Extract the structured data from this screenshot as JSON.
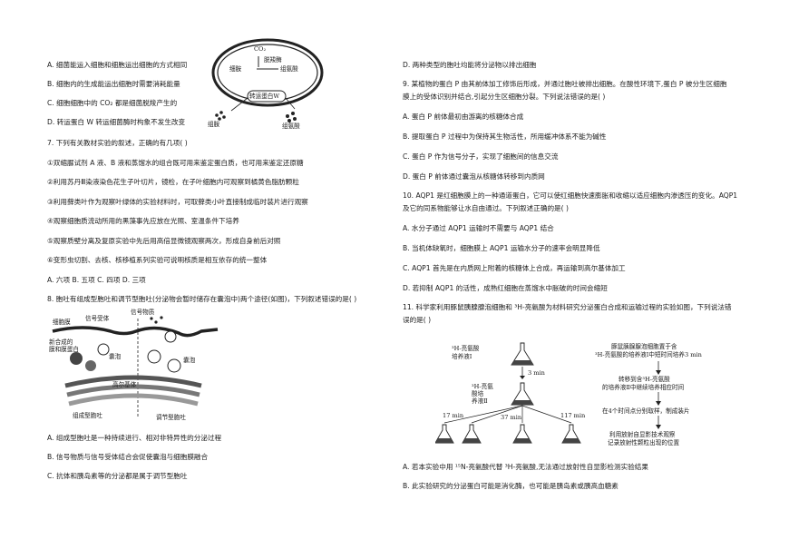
{
  "left": {
    "q6_options": [
      "A. 细菌能运入细胞和细胞运出细胞的方式相同",
      "B. 细胞内的生成能运出细胞时需要消耗能量",
      "C. 细胞细胞中的 CO₂ 都是细菌脱羧产生的",
      "D. 转运蛋白 W 转运细菌酶时构象不发生改变"
    ],
    "fig1": {
      "co2": "CO₂",
      "decarboxylase": "脱羧酶",
      "left_label": "细胺",
      "right_label": "组氨酸",
      "transporter": "转运蛋白W",
      "bottom_left": "组胺",
      "bottom_right": "组氨酸"
    },
    "q7": {
      "stem": "7. 下列有关教材实验的叙述，正确的有几项(    )",
      "items": [
        "①双缩脲试剂 A 液、B 液和蒸馏水的组合既可用来鉴定蛋白质，也可用来鉴定还原糖",
        "②利用苏丹Ⅲ染液染色花生子叶切片，镜检，在子叶细胞内可观察到橘黄色脂肪颗粒",
        "③利用藓类叶作为观察叶绿体的实验材料时，可取藓类小叶直接制成临时装片进行观察",
        "④观察细胞质流动所用的黑藻事先应放在光照、室温条件下培养",
        "⑤观察质壁分离及复原实验中先后用高倍显微镜观察两次，形成自身前后对照",
        "⑥变形虫切割、去核、核移植系列实验可说明核质是相互依存的统一整体"
      ],
      "options": "A. 六项    B. 五项    C. 四项    D. 三项"
    },
    "q8": {
      "stem": "8. 胞吐有组成型胞吐和调节型胞吐(分泌物会暂时储存在囊泡中)两个途径(如图)，下列叙述错误的是(    )",
      "fig": {
        "signal_receptor": "信号受体",
        "signal_molecule": "信号物质",
        "membrane": "细胞膜",
        "new_protein": "新合成的",
        "new_protein2": "膜和膜蛋白",
        "vesicle1": "囊泡",
        "vesicle2": "囊泡",
        "golgi": "高尔基体",
        "constitutive": "组成型胞吐",
        "regulated": "调节型胞吐"
      },
      "options": [
        "A. 组成型胞吐是一种持续进行、相对非特异性的分泌过程",
        "B. 信号物质与信号受体结合会促使囊泡与细胞膜融合",
        "C. 抗体和胰岛素等的分泌都是属于调节型胞吐"
      ]
    }
  },
  "right": {
    "q8_d": "D. 两种类型的胞吐均能将分泌物以排出细胞",
    "q9": {
      "stem1": "9. 某植物的蛋白 P 由其前体加工修饰后形成，并通过胞吐被排出细胞。在酸性环境下,蛋白 P 被分生区细胞",
      "stem2": "膜上的受体识别并结合,引起分生区细胞分裂。下列说法错误的是(    )",
      "options": [
        "A. 蛋白 P 前体最初由游离的核糖体合成",
        "B. 提取蛋白 P 过程中为保持其生物活性，所用缓冲体系不能为碱性",
        "C. 蛋白 P 作为信号分子，实现了细胞间的信息交流",
        "D. 蛋白 P 前体通过囊泡从核糖体转移到内质网"
      ]
    },
    "q10": {
      "stem1": "10. AQP1 是红细胞膜上的一种通道蛋白，它可以使红细胞快速膨胀和收缩以适应细胞内渗透压的变化。AQP1",
      "stem2": "及它的同系物能够让水自由通过。下列叙述正确的是(    )",
      "options": [
        "A. 水分子通过 AQP1 运输时不需要与 AQP1 结合",
        "B. 当机体缺氧时，细胞膜上 AQP1 运输水分子的速率会明显降低",
        "C. AQP1 首先是在内质网上附着的核糖体上合成，再运输到高尔基体加工",
        "D. 若抑制 AQP1 的活性，成熟红细胞在蒸馏水中胀破的时间会缩短"
      ]
    },
    "q11": {
      "stem1": "11. 科学家利用豚鼠胰腺腺泡细胞和 ³H-亮氨酸为材料研究分泌蛋白合成和运输过程的实验如图，下列说法错",
      "stem2": "误的是(    )",
      "fig": {
        "medium1": "³H-亮氨酸",
        "medium1b": "培养液Ⅰ",
        "t3": "3 min",
        "medium2": "³H-亮氨",
        "medium2b": "酸培",
        "medium2c": "养液Ⅱ",
        "t17": "17 min",
        "t37": "37 min",
        "t117": "117 min",
        "step1a": "豚鼠胰腺腺泡细胞置于含",
        "step1b": "³H-亮氨酸的培养液Ⅰ中短时间培养3 min",
        "step2a": "转移到含³H-亮氨酸",
        "step2b": "的培养液Ⅱ中继续培养相应时间",
        "step3a": "在4个时间点分别取样，制成装片",
        "step4a": "利用放射自显影技术观察",
        "step4b": "记录放射性颗粒出现的位置"
      },
      "options": [
        "A. 若本实验中用 ¹⁵N-亮氨酸代替 ³H-亮氨酸,无法通过放射性自显影检测实验结果",
        "B. 此实验研究的分泌蛋白可能是消化酶，也可能是胰岛素或胰高血糖素"
      ]
    }
  }
}
